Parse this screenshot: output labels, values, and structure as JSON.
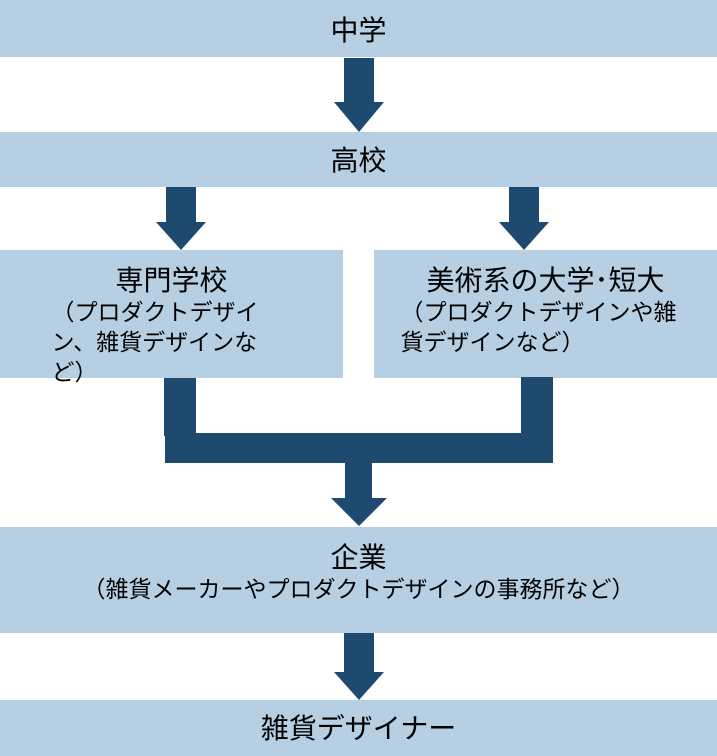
{
  "colors": {
    "box": "#b6cfe3",
    "arrow": "#1f4a70"
  },
  "nodes": {
    "junior_high": {
      "title": "中学"
    },
    "high_school": {
      "title": "高校"
    },
    "vocational": {
      "title": "専門学校",
      "subtitle": "（プロダクトデザイン、雑貨デザインなど）"
    },
    "art_university": {
      "title": "美術系の大学･短大",
      "subtitle": "（プロダクトデザインや雑貨デザインなど）"
    },
    "company": {
      "title": "企業",
      "subtitle": "（雑貨メーカーやプロダクトデザインの事務所など）"
    },
    "designer": {
      "title": "雑貨デザイナー"
    }
  }
}
